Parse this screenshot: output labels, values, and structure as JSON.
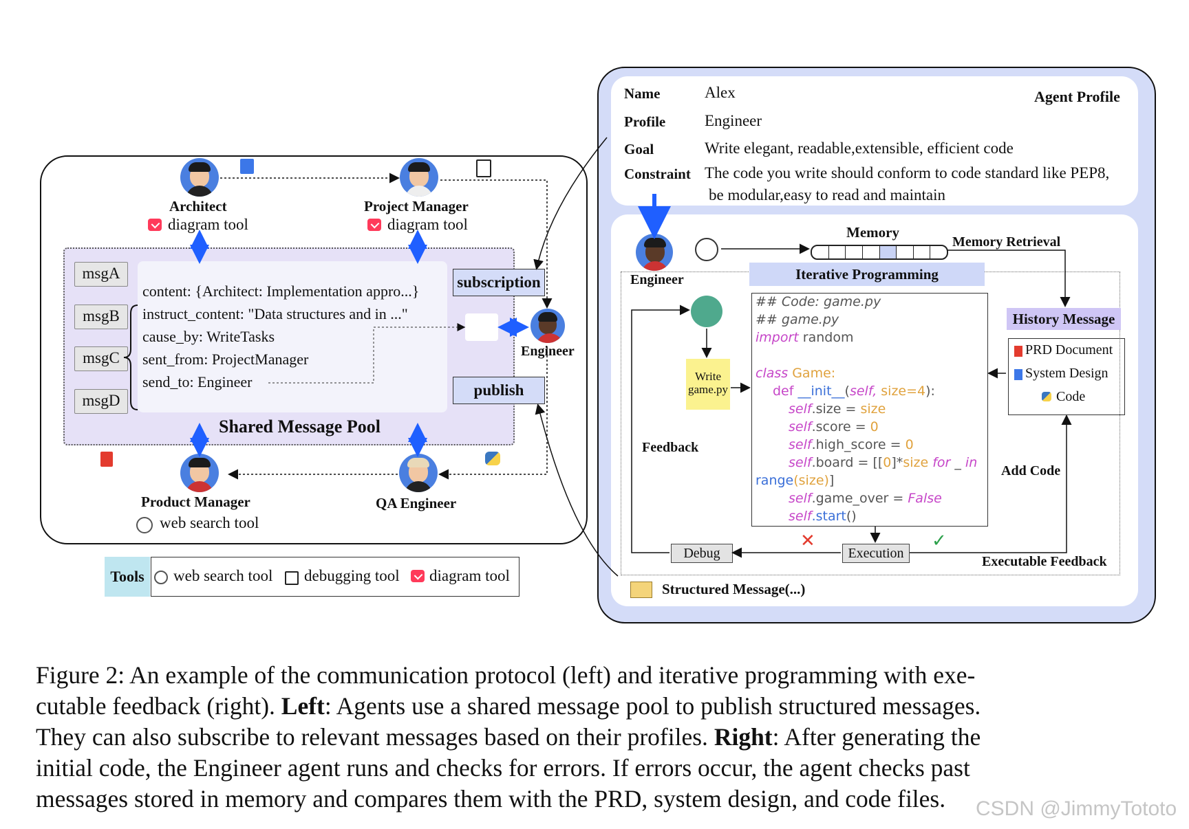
{
  "left": {
    "agents": {
      "architect": {
        "name": "Architect",
        "tool": "diagram tool"
      },
      "project_manager": {
        "name": "Project Manager",
        "tool": "diagram tool"
      },
      "product_manager": {
        "name": "Product Manager",
        "tool": "web search tool"
      },
      "qa_engineer": {
        "name": "QA Engineer"
      },
      "engineer": {
        "name": "Engineer"
      }
    },
    "messages": [
      "msgA",
      "msgB",
      "msgC",
      "msgD"
    ],
    "message_fields": [
      "content: {Architect: Implementation appro...}",
      "instruct_content: \"Data structures and in ...\"",
      "cause_by: WriteTasks",
      "sent_from: ProjectManager",
      "send_to: Engineer"
    ],
    "pool_title": "Shared Message Pool",
    "subscription_label": "subscription",
    "publish_label": "publish",
    "tools_label": "Tools",
    "tools": [
      "web search tool",
      "debugging tool",
      "diagram tool"
    ]
  },
  "profile": {
    "title": "Agent Profile",
    "rows": [
      {
        "key": "Name",
        "value": "Alex"
      },
      {
        "key": "Profile",
        "value": "Engineer"
      },
      {
        "key": "Goal",
        "value": "Write elegant, readable,extensible, efficient code"
      },
      {
        "key": "Constraint",
        "value": "The code you write should conform to code standard like PEP8,"
      }
    ],
    "constraint_line2": "be modular,easy to read and maintain"
  },
  "right": {
    "engineer_label": "Engineer",
    "memory_label": "Memory",
    "memory_retrieval_label": "Memory Retrieval",
    "iterative_label": "Iterative Programming",
    "write_note": [
      "Write",
      "game.py"
    ],
    "history_title": "History Message",
    "history_items": [
      "PRD Document",
      "System Design",
      "Code"
    ],
    "feedback_label": "Feedback",
    "add_code_label": "Add Code",
    "debug_label": "Debug",
    "execution_label": "Execution",
    "exec_feedback_label": "Executable Feedback",
    "structured_msg_label": "Structured Message(...)",
    "code": {
      "l1": "## Code: game.py",
      "l2": "## game.py",
      "l3a": "import",
      "l3b": " random",
      "l4a": "class",
      "l4b": " Game:",
      "l5a": "def ",
      "l5b": "__init__",
      "l5c": "(",
      "l5d": "self,",
      "l5e": " size=4",
      "l5f": "):",
      "l6a": "self",
      "l6b": ".size = ",
      "l6c": "size",
      "l7a": "self",
      "l7b": ".score = ",
      "l7c": "0",
      "l8a": "self",
      "l8b": ".high_score = ",
      "l8c": "0",
      "l9a": "self",
      "l9b": ".board = [[",
      "l9c": "0",
      "l9d": "]*",
      "l9e": "size",
      "l9f": " for",
      "l9g": " _ ",
      "l9h": "in",
      "l10a": "range",
      "l10b": "(size)",
      "l10c": "]",
      "l11a": "self",
      "l11b": ".game_over = ",
      "l11c": "False",
      "l12a": "self",
      "l12b": ".start",
      "l12c": "()"
    }
  },
  "caption": {
    "lines": [
      {
        "pre": "Figure 2:  An example of the communication protocol (left) and iterative programming with exe-",
        "bold": "",
        "post": ""
      },
      {
        "pre": "cutable feedback (right). ",
        "bold": "Left",
        "post": ": Agents use a shared message pool to publish structured messages."
      },
      {
        "pre": "They can also subscribe to relevant messages based on their profiles. ",
        "bold": "Right",
        "post": ": After generating the"
      },
      {
        "pre": "initial code, the Engineer agent runs and checks for errors.  If errors occur, the agent checks past",
        "bold": "",
        "post": ""
      },
      {
        "pre": "messages stored in memory and compares them with the PRD, system design, and code files.",
        "bold": "",
        "post": ""
      }
    ]
  },
  "watermark": "CSDN @JimmyTototo",
  "colors": {
    "pool": "#e6e1f7",
    "panel": "#d4dcf8",
    "accent_blue": "#1f5fff",
    "history": "#cfc6f5",
    "note": "#fbf28f"
  }
}
